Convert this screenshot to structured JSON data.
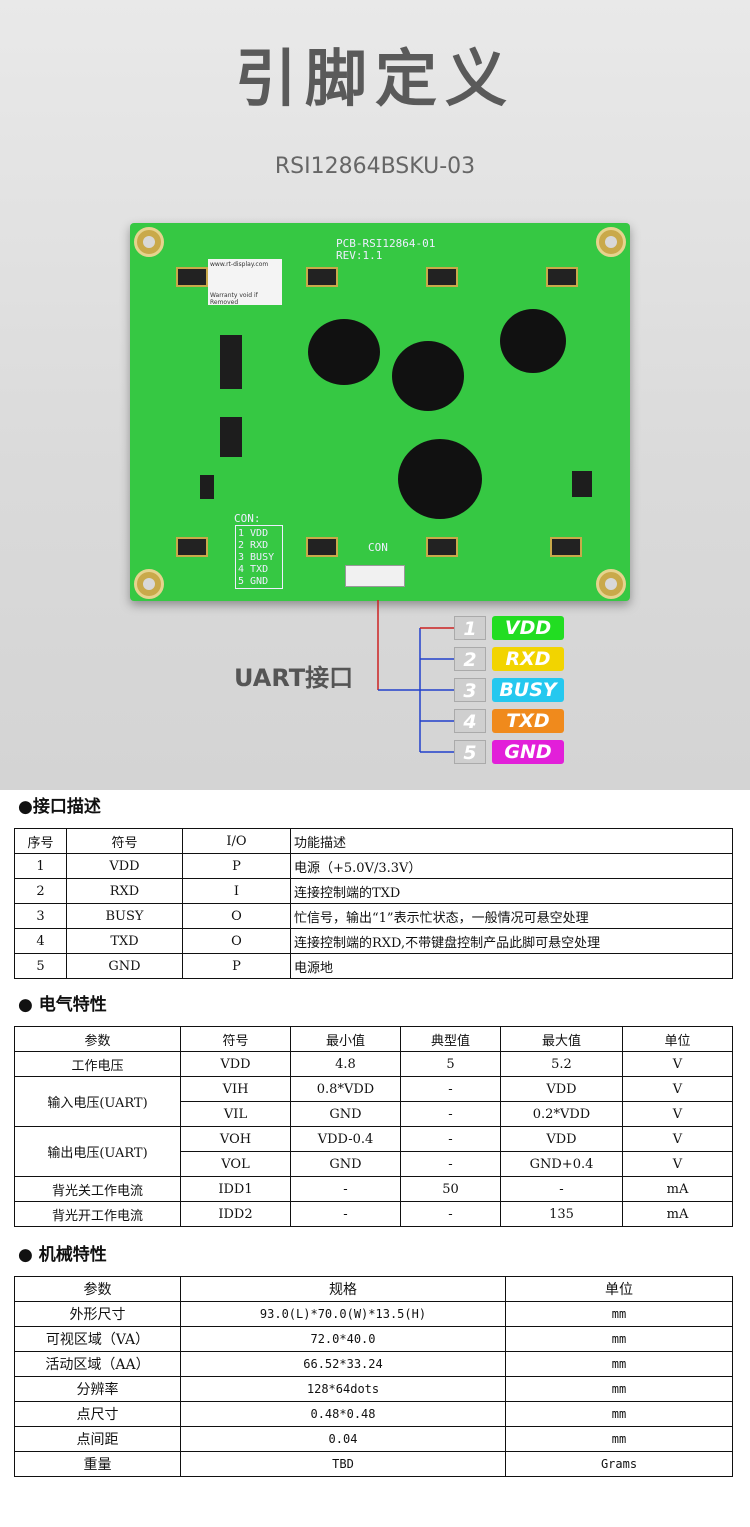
{
  "hero": {
    "title": "引脚定义",
    "model": "RSI12864BSKU-03",
    "uart_label": "UART接口",
    "board": {
      "pcb_text": "PCB-RSI12864-01",
      "rev_text": "REV:1.1",
      "sticker_url": "www.rt-display.com",
      "sticker_warranty": "Warranty void if Removed",
      "con_title": "CON:",
      "con_pins": [
        "1 VDD",
        "2 RXD",
        "3 BUSY",
        "4 TXD",
        "5 GND"
      ],
      "connector_label": "CON"
    },
    "pins": [
      {
        "num": "1",
        "name": "VDD",
        "color": "#22dd22"
      },
      {
        "num": "2",
        "name": "RXD",
        "color": "#f2d400"
      },
      {
        "num": "3",
        "name": "BUSY",
        "color": "#25c8ef"
      },
      {
        "num": "4",
        "name": "TXD",
        "color": "#f08a1c"
      },
      {
        "num": "5",
        "name": "GND",
        "color": "#e21fd9"
      }
    ]
  },
  "interface": {
    "heading": "●接口描述",
    "headers": [
      "序号",
      "符号",
      "I/O",
      "功能描述"
    ],
    "rows": [
      [
        "1",
        "VDD",
        "P",
        "电源（+5.0V/3.3V）"
      ],
      [
        "2",
        "RXD",
        "I",
        "连接控制端的TXD"
      ],
      [
        "3",
        "BUSY",
        "O",
        "忙信号，输出“1”表示忙状态，一般情况可悬空处理"
      ],
      [
        "4",
        "TXD",
        "O",
        "连接控制端的RXD,不带键盘控制产品此脚可悬空处理"
      ],
      [
        "5",
        "GND",
        "P",
        "电源地"
      ]
    ]
  },
  "electrical": {
    "heading": "● 电气特性",
    "headers": [
      "参数",
      "符号",
      "最小值",
      "典型值",
      "最大值",
      "单位"
    ],
    "rows": [
      {
        "param": "工作电压",
        "symbol": "VDD",
        "min": "4.8",
        "typ": "5",
        "max": "5.2",
        "unit": "V"
      },
      {
        "param": "输入电压(UART)",
        "symbol": "VIH",
        "min": "0.8*VDD",
        "typ": "-",
        "max": "VDD",
        "unit": "V"
      },
      {
        "param": "",
        "symbol": "VIL",
        "min": "GND",
        "typ": "-",
        "max": "0.2*VDD",
        "unit": "V"
      },
      {
        "param": "输出电压(UART)",
        "symbol": "VOH",
        "min": "VDD-0.4",
        "typ": "-",
        "max": "VDD",
        "unit": "V"
      },
      {
        "param": "",
        "symbol": "VOL",
        "min": "GND",
        "typ": "-",
        "max": "GND+0.4",
        "unit": "V"
      },
      {
        "param": "背光关工作电流",
        "symbol": "IDD1",
        "min": "-",
        "typ": "50",
        "max": "-",
        "unit": "mA"
      },
      {
        "param": "背光开工作电流",
        "symbol": "IDD2",
        "min": "-",
        "typ": "-",
        "max": "135",
        "unit": "mA"
      }
    ]
  },
  "mechanical": {
    "heading": "● 机械特性",
    "headers": [
      "参数",
      "规格",
      "单位"
    ],
    "rows": [
      [
        "外形尺寸",
        "93.0(L)*70.0(W)*13.5(H)",
        "mm"
      ],
      [
        "可视区域（VA）",
        "72.0*40.0",
        "mm"
      ],
      [
        "活动区域（AA）",
        "66.52*33.24",
        "mm"
      ],
      [
        "分辨率",
        "128*64dots",
        "mm"
      ],
      [
        "点尺寸",
        "0.48*0.48",
        "mm"
      ],
      [
        "点间距",
        "0.04",
        "mm"
      ],
      [
        "重量",
        "TBD",
        "Grams"
      ]
    ]
  }
}
